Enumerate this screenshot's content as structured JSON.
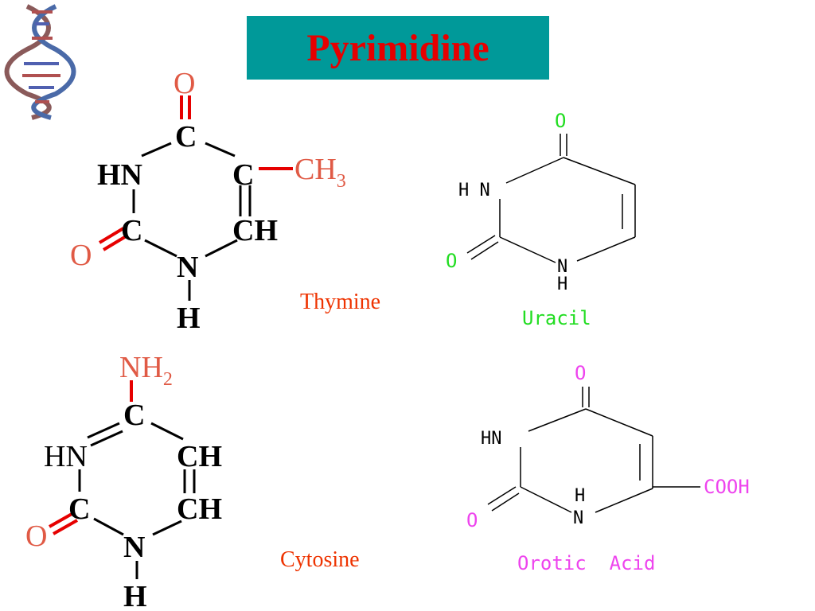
{
  "slide": {
    "title": "Pyrimidine",
    "colors": {
      "title_bg": "#009999",
      "title_text": "#e60000",
      "highlight": "#e05a45",
      "uracil": "#22dd22",
      "orotic": "#ee44ee"
    }
  },
  "thymine": {
    "name": "Thymine",
    "o_top": "O",
    "c_top": "C",
    "hn": "HN",
    "c_right": "C",
    "ch3": "CH",
    "ch3_sub": "3",
    "c_left": "C",
    "ch": "CH",
    "o_left": "O",
    "n_bottom": "N",
    "h_bottom": "H"
  },
  "uracil": {
    "name": "Uracil",
    "o_top": "O",
    "hn": "H N",
    "o_left": "O",
    "n_bottom": "N",
    "h_bottom": "H"
  },
  "cytosine": {
    "name": "Cytosine",
    "nh2": "NH",
    "nh2_sub": "2",
    "c_top": "C",
    "hn": "HN",
    "ch_upper": "CH",
    "c_left": "C",
    "ch_lower": "CH",
    "o_left": "O",
    "n_bottom": "N",
    "h_bottom": "H"
  },
  "orotic_acid": {
    "name": "Orotic  Acid",
    "o_top": "O",
    "hn": "HN",
    "h_inner": "H",
    "n_inner": "N",
    "cooh": "COOH",
    "o_left": "O"
  }
}
